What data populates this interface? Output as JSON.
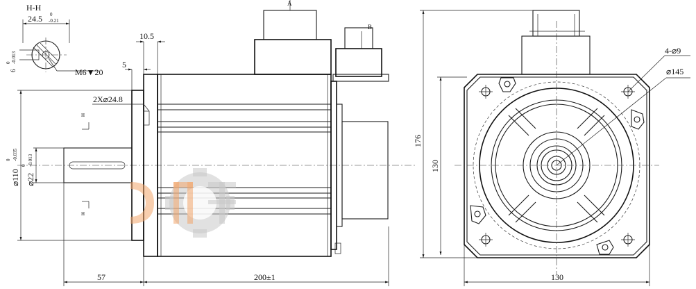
{
  "section": {
    "title": "H-H",
    "width_nominal": "24.5",
    "width_tol_upper": "0",
    "width_tol_lower": "-0.21",
    "key_nominal": "6",
    "key_tol_upper": "0",
    "key_tol_lower": "-0.013",
    "thread": "M6▼20"
  },
  "side_view": {
    "flange_thickness": "10.5",
    "pilot_depth": "5",
    "bolt_holes": "2X⌀24.8",
    "pilot_diameter": "⌀110",
    "pilot_tol_upper": "0",
    "pilot_tol_lower": "-0.035",
    "shaft_diameter": "⌀22",
    "shaft_tol_upper": "0",
    "shaft_tol_lower": "-0.013",
    "section_mark_top": "H",
    "section_mark_bottom": "H",
    "shaft_length": "57",
    "body_length": "200±1",
    "connector_a": "A",
    "connector_b": "B"
  },
  "front_view": {
    "mounting_holes": "4-⌀9",
    "bolt_circle": "⌀145",
    "overall_height": "176",
    "square_height": "130",
    "square_width": "130"
  }
}
